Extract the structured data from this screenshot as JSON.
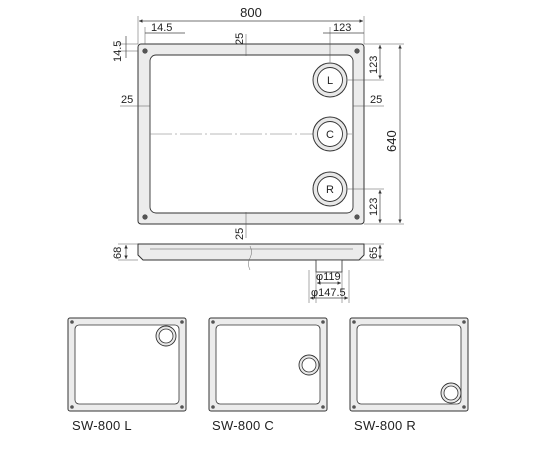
{
  "top_view": {
    "overall_width": "800",
    "overall_height": "640",
    "left_offset": "14.5",
    "top_offset": "14.5",
    "hole_offset_right": "123",
    "hole_offset_top": "123",
    "hole_offset_bottom": "123",
    "rim_top": "25",
    "rim_bottom": "25",
    "rim_left": "25",
    "rim_right": "25",
    "holes": [
      "L",
      "C",
      "R"
    ]
  },
  "side_view": {
    "height_left": "68",
    "height_right": "65",
    "drain_inner": "φ119",
    "drain_outer": "φ147.5"
  },
  "variants": [
    {
      "label": "SW-800 L"
    },
    {
      "label": "SW-800 C"
    },
    {
      "label": "SW-800 R"
    }
  ],
  "colors": {
    "stroke": "#444444",
    "fill_rim": "#e6e6e6",
    "text": "#222222"
  }
}
